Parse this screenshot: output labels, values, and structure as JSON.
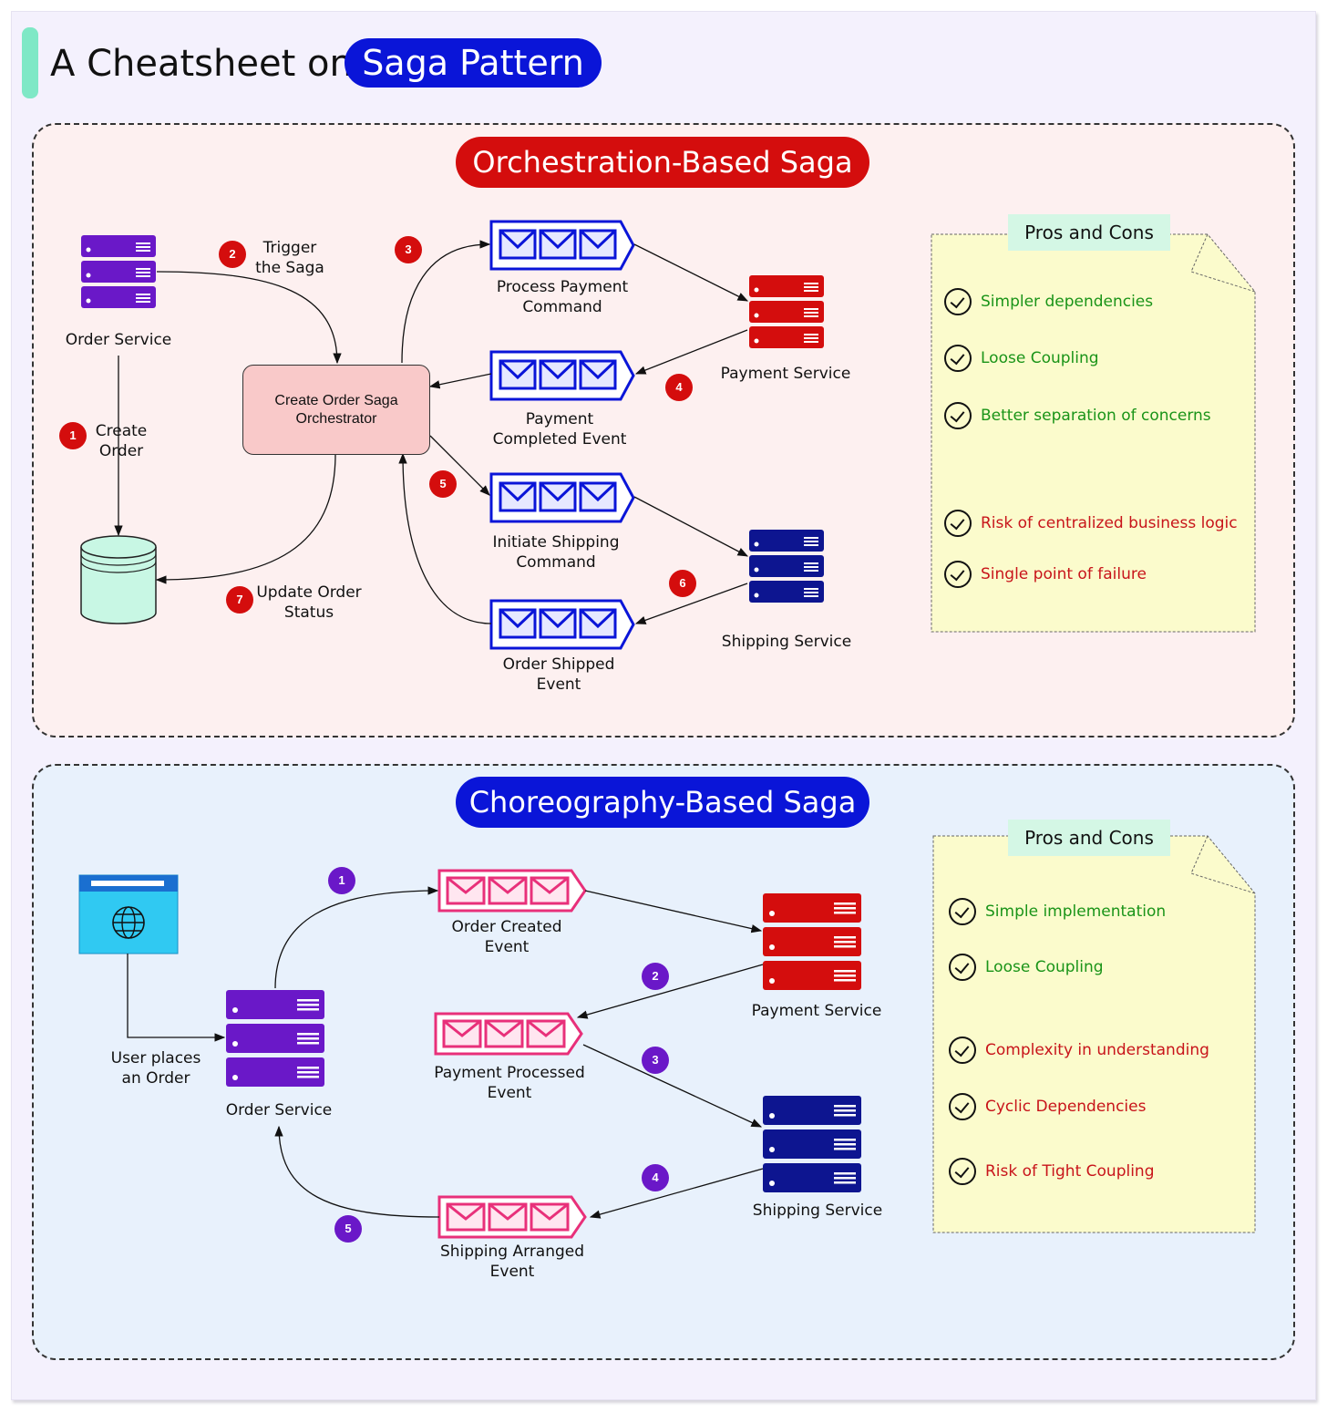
{
  "title": {
    "prefix": "A Cheatsheet on",
    "highlight": "Saga Pattern"
  },
  "orchestration": {
    "heading": "Orchestration-Based Saga",
    "order_service": "Order Service",
    "orchestrator": "Create Order Saga Orchestrator",
    "payment_service": "Payment Service",
    "shipping_service": "Shipping Service",
    "messages": {
      "process_payment": "Process Payment Command",
      "payment_completed": "Payment Completed Event",
      "initiate_shipping": "Initiate Shipping Command",
      "order_shipped": "Order Shipped Event"
    },
    "steps": {
      "create_order": "Create Order",
      "trigger_saga": "Trigger the Saga",
      "update_status": "Update Order Status"
    },
    "badges": [
      "1",
      "2",
      "3",
      "4",
      "5",
      "6",
      "7"
    ],
    "pros_cons": {
      "tab": "Pros and Cons",
      "pros": [
        "Simpler dependencies",
        "Loose Coupling",
        "Better separation of concerns"
      ],
      "cons": [
        "Risk of centralized business logic",
        "Single point of failure"
      ]
    }
  },
  "choreography": {
    "heading": "Choreography-Based Saga",
    "order_service": "Order Service",
    "payment_service": "Payment Service",
    "shipping_service": "Shipping Service",
    "user_action": "User places an Order",
    "events": {
      "order_created": "Order Created Event",
      "payment_processed": "Payment Processed Event",
      "shipping_arranged": "Shipping Arranged Event"
    },
    "badges": [
      "1",
      "2",
      "3",
      "4",
      "5"
    ],
    "pros_cons": {
      "tab": "Pros and Cons",
      "pros": [
        "Simple implementation",
        "Loose Coupling"
      ],
      "cons": [
        "Complexity in understanding",
        "Cyclic Dependencies",
        "Risk of Tight Coupling"
      ]
    }
  },
  "colors": {
    "red": "#d40d0d",
    "blue": "#0a15d8",
    "purple": "#6a18c8",
    "navy": "#0d1590",
    "pink": "#e8307a",
    "mint": "#7fe8c6",
    "pro_green": "#1a9418",
    "con_red": "#c8141a"
  },
  "icons": [
    "server-icon",
    "database-icon",
    "envelope-icon",
    "browser-globe-icon",
    "check-circle-icon"
  ]
}
